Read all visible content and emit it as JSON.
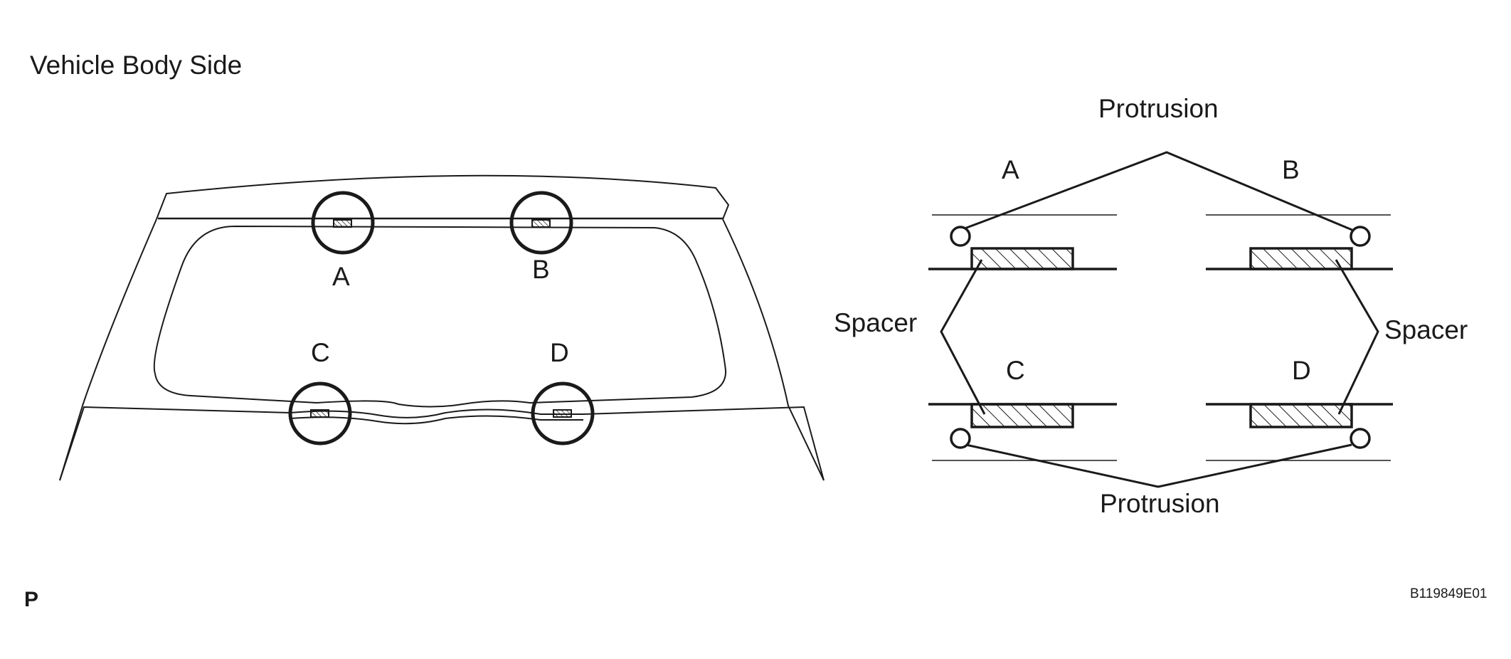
{
  "header": {
    "title": "Vehicle Body Side"
  },
  "vehicle_view": {
    "clips": [
      {
        "id": "A",
        "label": "A"
      },
      {
        "id": "B",
        "label": "B"
      },
      {
        "id": "C",
        "label": "C"
      },
      {
        "id": "D",
        "label": "D"
      }
    ]
  },
  "detail_view": {
    "clip_labels": [
      "A",
      "B",
      "C",
      "D"
    ],
    "protrusion_top_label": "Protrusion",
    "protrusion_bottom_label": "Protrusion",
    "spacer_left_label": "Spacer",
    "spacer_right_label": "Spacer"
  },
  "footer": {
    "corner_mark": "P",
    "figure_code": "B119849E01"
  },
  "colors": {
    "line": "#1a1a1a",
    "background": "#ffffff"
  }
}
